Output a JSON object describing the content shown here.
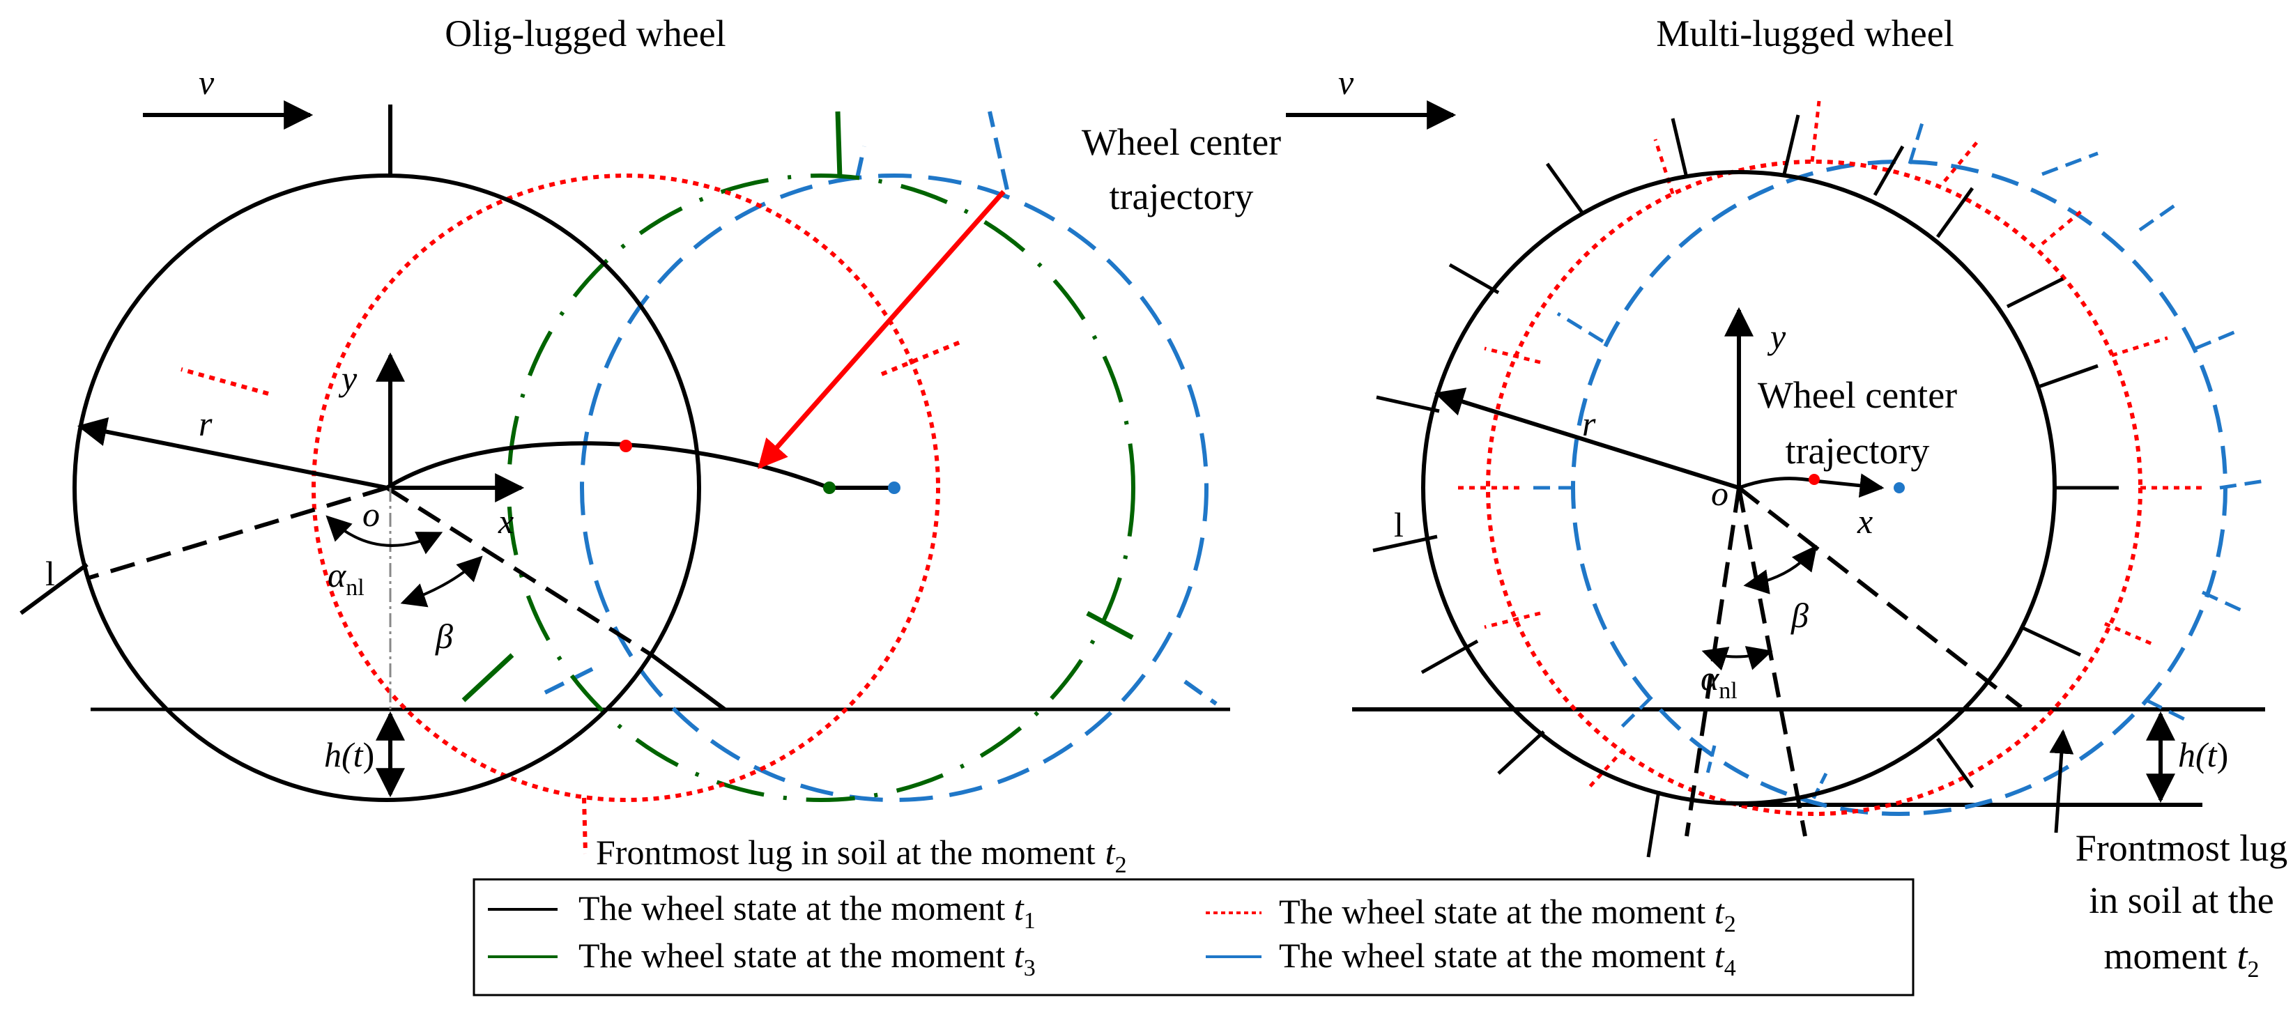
{
  "left_panel": {
    "title": "Olig-lugged wheel",
    "velocity_label": "v",
    "trajectory_label_line1": "Wheel center",
    "trajectory_label_line2": "trajectory",
    "y_label": "y",
    "x_label": "x",
    "origin_label": "o",
    "radius_label": "r",
    "l_label": "l",
    "alpha_label": "α",
    "alpha_sub": "nl",
    "beta_label": "β",
    "h_label_pre": "h(",
    "h_label_var": "t",
    "h_label_post": ")",
    "frontmost_label": "Frontmost lug in soil at the moment",
    "frontmost_time": "t",
    "frontmost_time_sub": "2"
  },
  "right_panel": {
    "title": "Multi-lugged wheel",
    "velocity_label": "v",
    "trajectory_label_line1": "Wheel center",
    "trajectory_label_line2": "trajectory",
    "y_label": "y",
    "x_label": "x",
    "origin_label": "o",
    "radius_label": "r",
    "l_label": "l",
    "alpha_label": "α",
    "alpha_sub": "nl",
    "beta_label": "β",
    "h_label_pre": "h(",
    "h_label_var": "t",
    "h_label_post": ")",
    "frontmost_line1": "Frontmost lug",
    "frontmost_line2": "in soil at the",
    "frontmost_line3": "moment",
    "frontmost_time": "t",
    "frontmost_time_sub": "2"
  },
  "legend": {
    "items": [
      {
        "text": "The wheel state at the moment ",
        "var": "t",
        "sub": "1",
        "color": "#000000",
        "style": "solid"
      },
      {
        "text": "The wheel state at the moment ",
        "var": "t",
        "sub": "2",
        "color": "#ff0000",
        "style": "dotted"
      },
      {
        "text": "The wheel state at the moment ",
        "var": "t",
        "sub": "3",
        "color": "#006400",
        "style": "dashdot"
      },
      {
        "text": "The wheel state at the moment ",
        "var": "t",
        "sub": "4",
        "color": "#1f77c8",
        "style": "dashed"
      }
    ]
  },
  "colors": {
    "t1": "#000000",
    "t2": "#ff0000",
    "t3": "#006400",
    "t4": "#1f77c8"
  }
}
